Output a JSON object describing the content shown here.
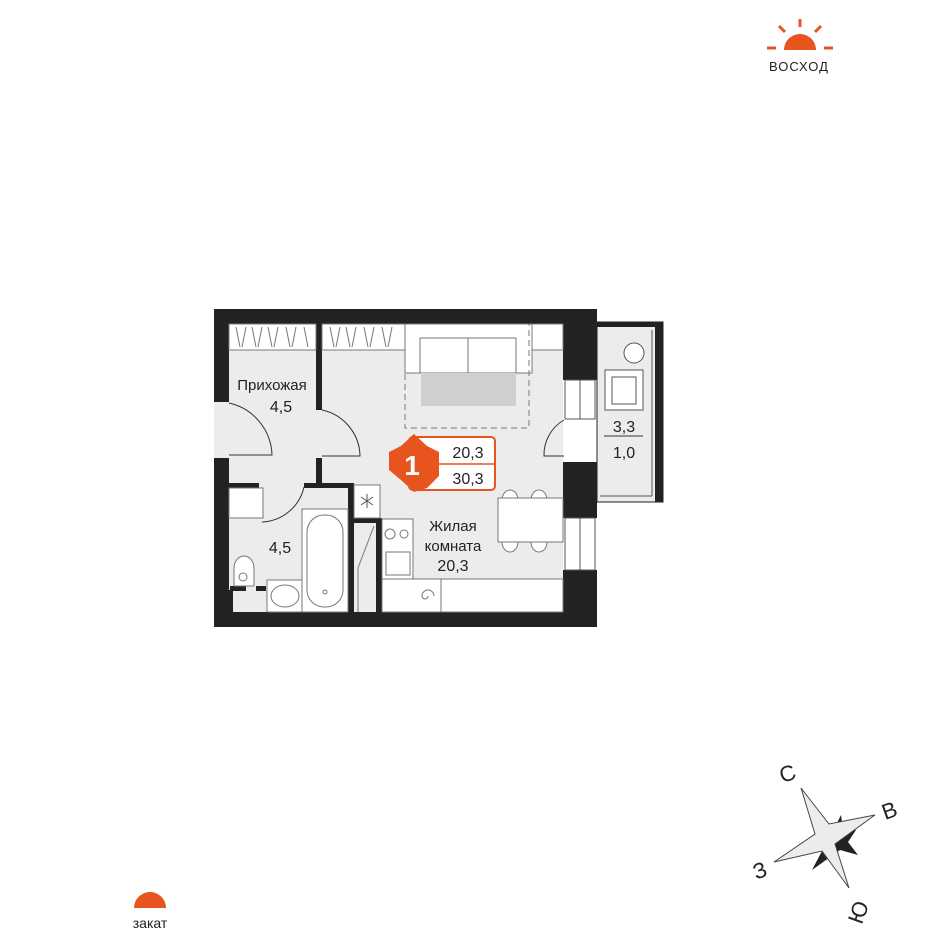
{
  "sunrise": {
    "label": "ВОСХОД",
    "color": "#E8541E"
  },
  "sunset": {
    "label": "закат",
    "color": "#E8541E"
  },
  "rooms": {
    "hallway": {
      "name": "Прихожая",
      "area": "4,5"
    },
    "bathroom": {
      "area": "4,5"
    },
    "living": {
      "name_line1": "Жилая",
      "name_line2": "комната",
      "area": "20,3"
    },
    "balcony": {
      "area": "3,3",
      "reduced_area": "1,0"
    }
  },
  "badge": {
    "rooms": "1",
    "living_area": "20,3",
    "total_area": "30,3",
    "color": "#E8541E"
  },
  "compass": {
    "north": "С",
    "east": "В",
    "south": "Ю",
    "west": "З"
  }
}
